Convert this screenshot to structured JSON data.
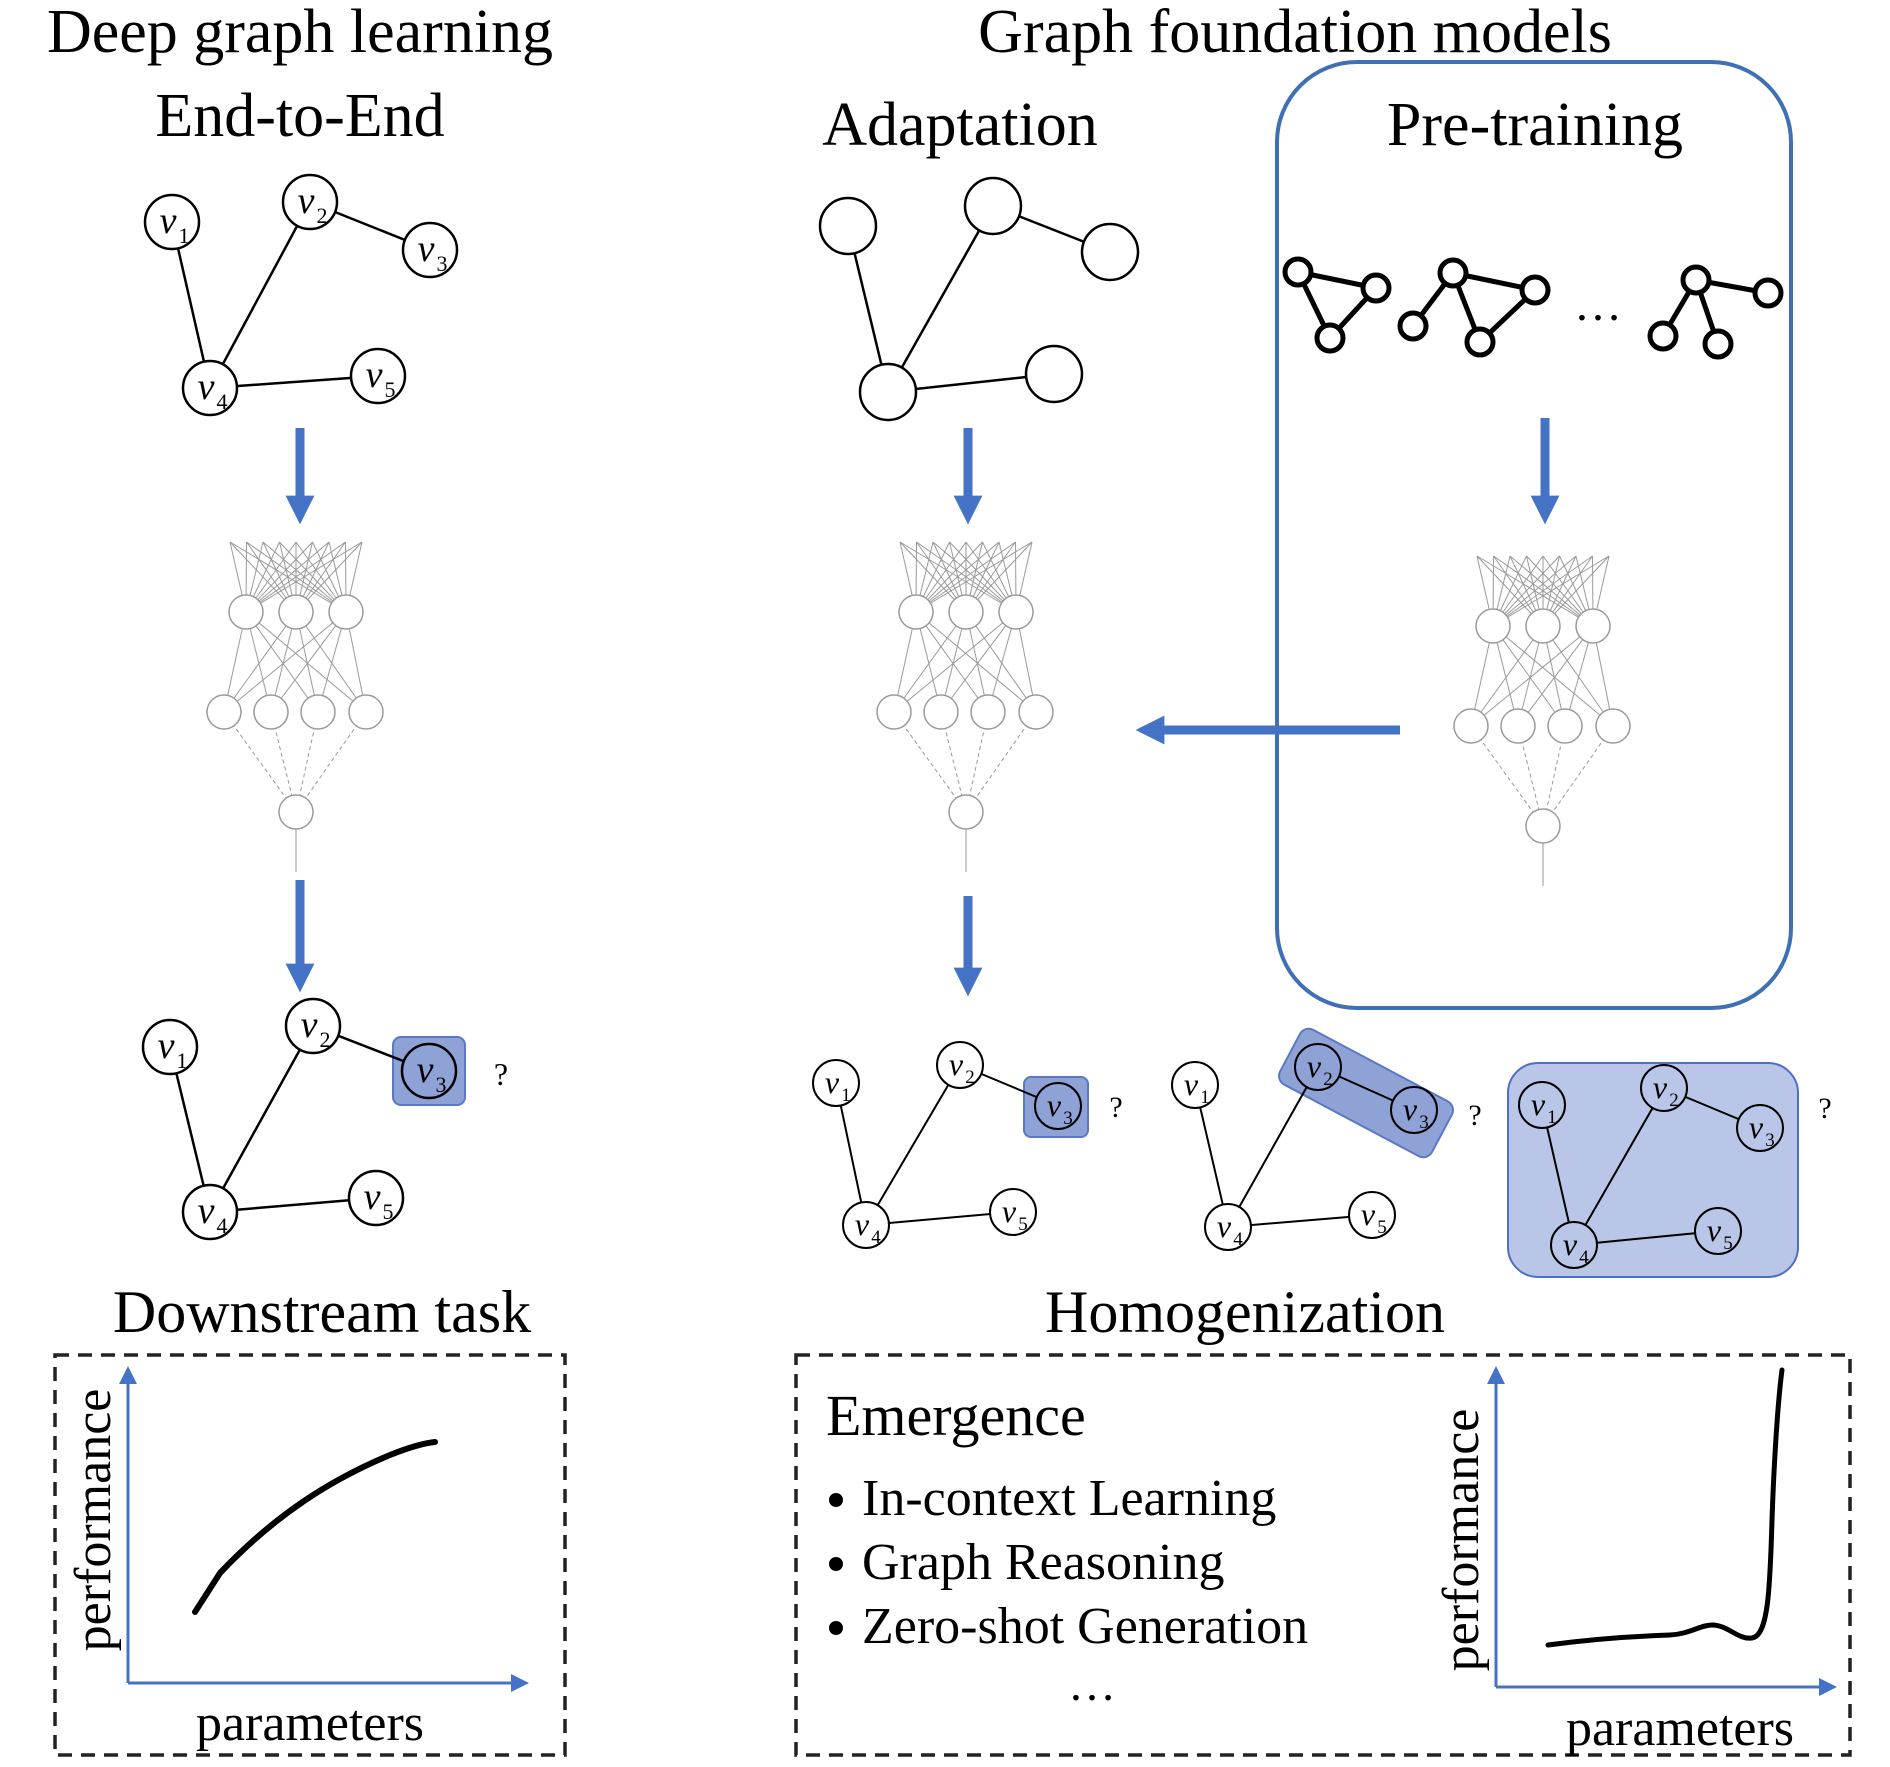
{
  "titles": {
    "left_line1": "Deep graph learning",
    "left_line2": "End-to-End",
    "right": "Graph foundation models",
    "adaptation": "Adaptation",
    "pretraining": "Pre-training",
    "downstream": "Downstream task",
    "homogenization": "Homogenization"
  },
  "node_labels": {
    "v": "v",
    "s1": "1",
    "s2": "2",
    "s3": "3",
    "s4": "4",
    "s5": "5"
  },
  "question": "?",
  "ellipsis": "…",
  "left_box": {
    "xlabel": "parameters",
    "ylabel": "performance"
  },
  "right_box": {
    "heading": "Emergence",
    "items": [
      "In-context Learning",
      "Graph Reasoning",
      "Zero-shot Generation"
    ],
    "ellipsis": "…",
    "xlabel": "parameters",
    "ylabel": "performance"
  },
  "colors": {
    "arrow": "#4472c4",
    "highlight_fill": "#8ea2d6",
    "highlight_stroke": "#5b78c4",
    "panel_fill": "#b9c6e8",
    "panel_stroke": "#4f6fc2",
    "pretrain_border": "#3f6fb5"
  },
  "icons": {
    "arrow": "arrow-icon",
    "neural_network": "neural-network-icon",
    "graph": "graph-icon"
  }
}
